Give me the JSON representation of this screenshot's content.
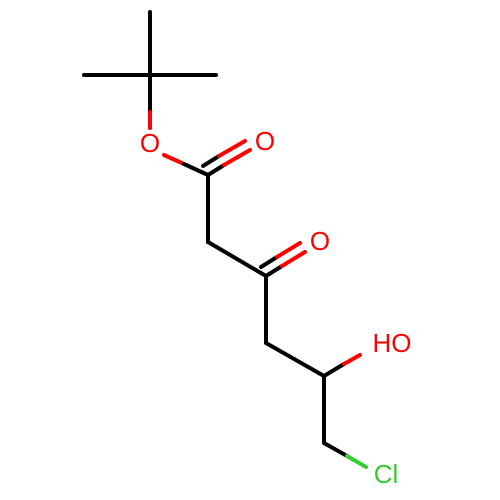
{
  "atoms": {
    "o_ester": {
      "label": "O",
      "color": "#ff0000"
    },
    "o_carbonyl_ester": {
      "label": "O",
      "color": "#ff0000"
    },
    "o_ketone": {
      "label": "O",
      "color": "#ff0000"
    },
    "hydroxyl": {
      "label": "HO",
      "color": "#ff0000"
    },
    "chlorine": {
      "label": "Cl",
      "color": "#33cc33"
    }
  }
}
